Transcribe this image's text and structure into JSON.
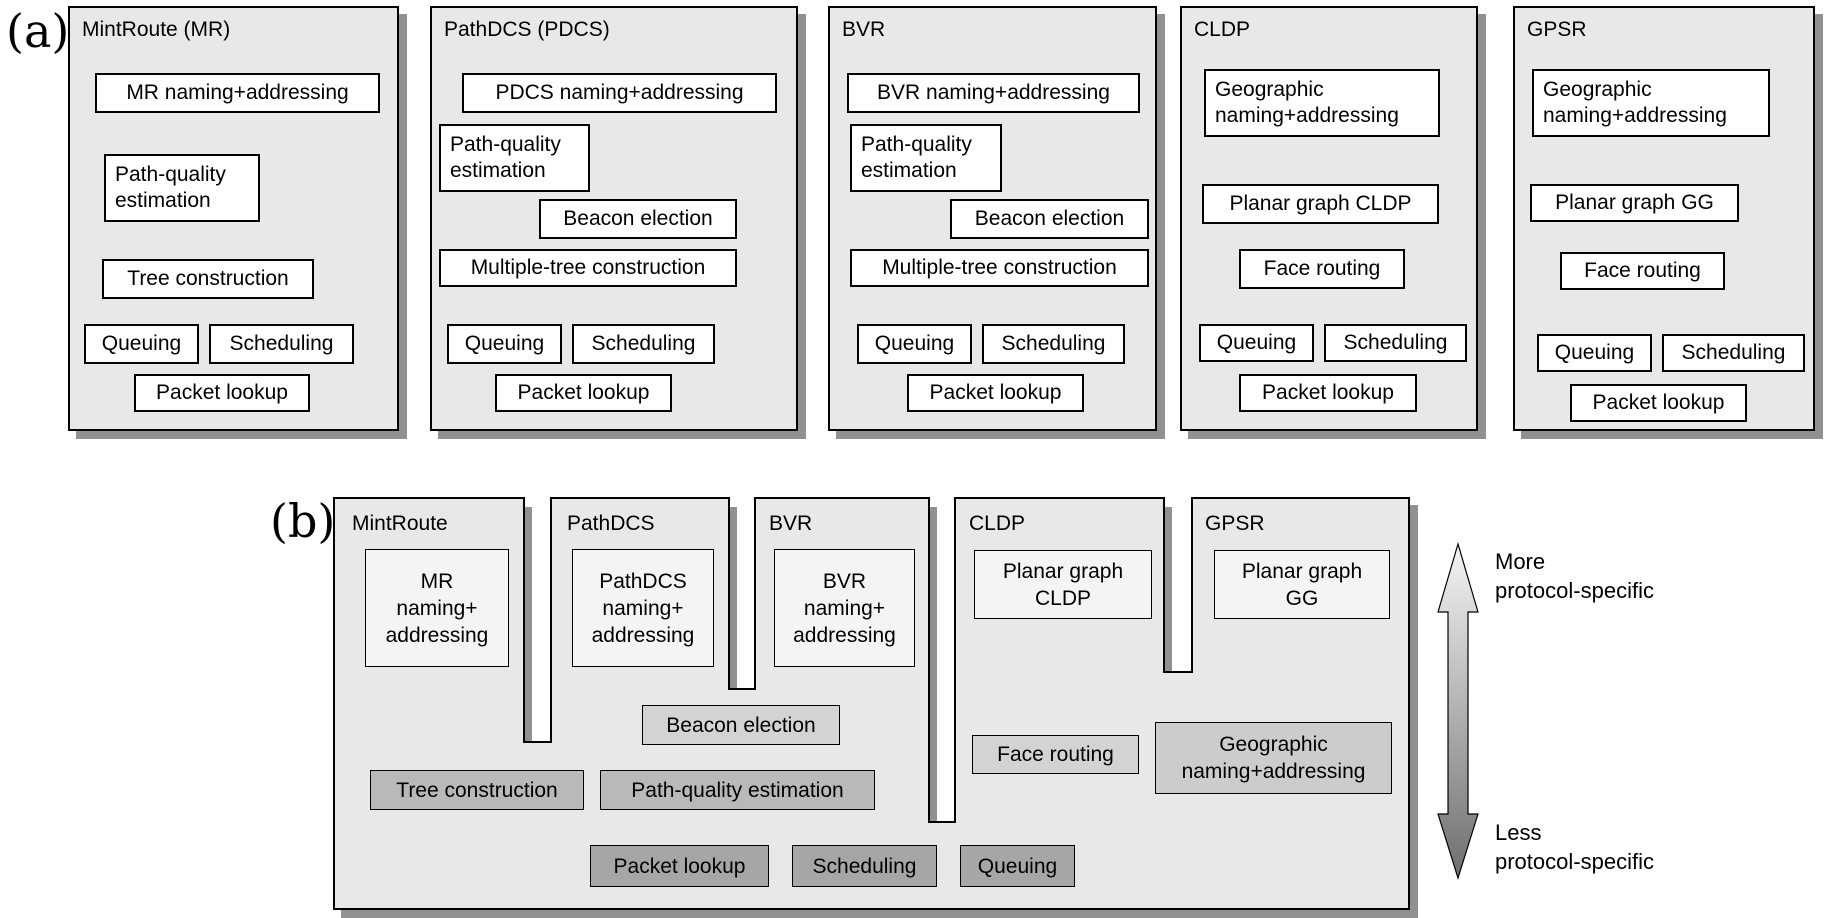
{
  "colors": {
    "panel_fill": "#e8e8e8",
    "box_fill_white": "#ffffff",
    "naming_box_fill": "#f4f4f4",
    "shared_light_fill": "#d3d3d3",
    "shared_light2_fill": "#cccccc",
    "shared_mid_fill": "#b9b9b9",
    "shared_dark_fill": "#a6a6a6",
    "shadow": "#919191",
    "arrow_top": "#f5f5f5",
    "arrow_bottom": "#6e6e6e"
  },
  "label_a": "(a)",
  "label_b": "(b)",
  "panels_a": [
    {
      "title": "MintRoute (MR)",
      "boxes": [
        {
          "label": "MR naming+addressing"
        },
        {
          "label": "Path-quality\nestimation"
        },
        {
          "label": "Tree construction"
        },
        {
          "label": "Queuing"
        },
        {
          "label": "Scheduling"
        },
        {
          "label": "Packet lookup"
        }
      ]
    },
    {
      "title": "PathDCS (PDCS)",
      "boxes": [
        {
          "label": "PDCS naming+addressing"
        },
        {
          "label": "Path-quality\nestimation"
        },
        {
          "label": "Beacon election"
        },
        {
          "label": "Multiple-tree construction"
        },
        {
          "label": "Queuing"
        },
        {
          "label": "Scheduling"
        },
        {
          "label": "Packet lookup"
        }
      ]
    },
    {
      "title": "BVR",
      "boxes": [
        {
          "label": "BVR naming+addressing"
        },
        {
          "label": "Path-quality\nestimation"
        },
        {
          "label": "Beacon election"
        },
        {
          "label": "Multiple-tree construction"
        },
        {
          "label": "Queuing"
        },
        {
          "label": "Scheduling"
        },
        {
          "label": "Packet lookup"
        }
      ]
    },
    {
      "title": "CLDP",
      "boxes": [
        {
          "label": "Geographic\nnaming+addressing"
        },
        {
          "label": "Planar graph CLDP"
        },
        {
          "label": "Face routing"
        },
        {
          "label": "Queuing"
        },
        {
          "label": "Scheduling"
        },
        {
          "label": "Packet lookup"
        }
      ]
    },
    {
      "title": "GPSR",
      "boxes": [
        {
          "label": "Geographic\nnaming+addressing"
        },
        {
          "label": "Planar graph GG"
        },
        {
          "label": "Face routing"
        },
        {
          "label": "Queuing"
        },
        {
          "label": "Scheduling"
        },
        {
          "label": "Packet lookup"
        }
      ]
    }
  ],
  "panel_b": {
    "towers": [
      {
        "title": "MintRoute",
        "box": "MR\nnaming+\naddressing"
      },
      {
        "title": "PathDCS",
        "box": "PathDCS\nnaming+\naddressing"
      },
      {
        "title": "BVR",
        "box": "BVR\nnaming+\naddressing"
      },
      {
        "title": "CLDP",
        "box": "Planar graph\nCLDP"
      },
      {
        "title": "GPSR",
        "box": "Planar graph\nGG"
      }
    ],
    "shared_boxes": [
      {
        "label": "Beacon election",
        "tone": "light"
      },
      {
        "label": "Face routing",
        "tone": "light"
      },
      {
        "label": "Geographic\nnaming+addressing",
        "tone": "light2"
      },
      {
        "label": "Tree construction",
        "tone": "mid"
      },
      {
        "label": "Path-quality estimation",
        "tone": "mid"
      },
      {
        "label": "Packet lookup",
        "tone": "dark"
      },
      {
        "label": "Scheduling",
        "tone": "dark"
      },
      {
        "label": "Queuing",
        "tone": "dark"
      }
    ]
  },
  "legend": {
    "more": "More\nprotocol-specific",
    "less": "Less\nprotocol-specific"
  }
}
